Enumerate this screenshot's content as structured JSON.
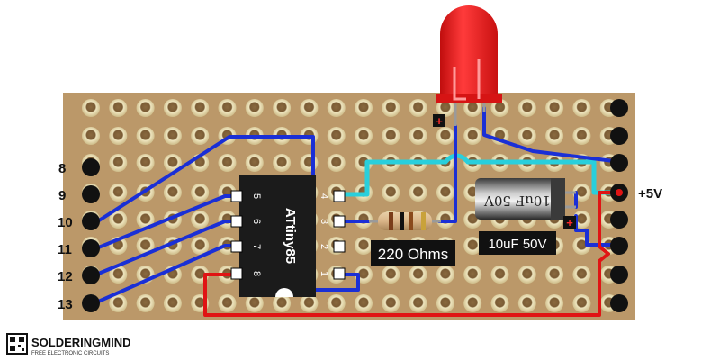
{
  "board": {
    "pin_labels": [
      "8",
      "9",
      "10",
      "11",
      "12",
      "13"
    ],
    "supply_label": "+5V"
  },
  "chip": {
    "name": "ATtiny85",
    "pins_top": [
      "5",
      "6",
      "7",
      "8"
    ],
    "pins_bottom": [
      "4",
      "3",
      "2",
      "1"
    ]
  },
  "resistor": {
    "label": "220 Ohms"
  },
  "capacitor": {
    "label": "10uF 50V",
    "body_text": "10uF 50V"
  },
  "led": {
    "polarity": "+"
  },
  "cap_polarity": "+",
  "brand": {
    "name": "SOLDERINGMIND",
    "tagline": "FREE ELECTRONIC CIRCUITS"
  },
  "colors": {
    "board": "#bb9869",
    "wire_blue": "#1a2fd6",
    "wire_red": "#e01414",
    "wire_cyan": "#29cfdc",
    "led_red": "#f21818"
  }
}
